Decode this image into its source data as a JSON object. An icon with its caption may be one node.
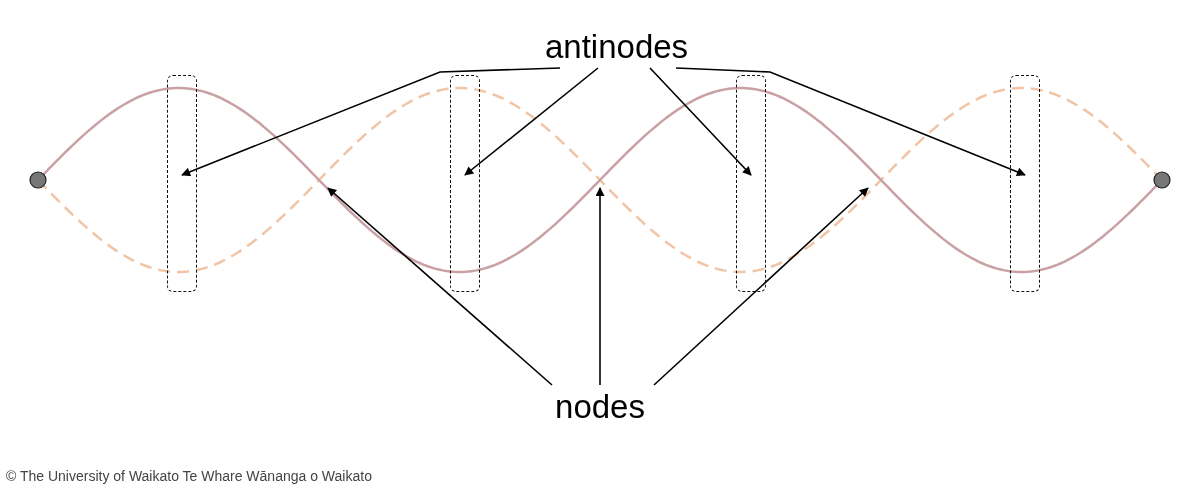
{
  "diagram": {
    "nodes": [
      {
        "text": [
          "antinodes"
        ]
      },
      {
        "text": [],
        "shape": "box"
      },
      {
        "text": [],
        "shape": "box"
      },
      {
        "text": [],
        "shape": "box"
      },
      {
        "text": [],
        "shape": "box"
      },
      {
        "text": [
          "nodes"
        ]
      }
    ],
    "edges": [
      {
        "from": 0,
        "to": 1,
        "arrow": "to"
      },
      {
        "from": 0,
        "to": 2,
        "arrow": "to"
      },
      {
        "from": 0,
        "to": 3,
        "arrow": "to"
      },
      {
        "from": 0,
        "to": 4,
        "arrow": "to"
      },
      {
        "from": 5,
        "to": null,
        "arrow": "to"
      },
      {
        "from": 5,
        "to": null,
        "arrow": "to"
      },
      {
        "from": 5,
        "to": null,
        "arrow": "to"
      }
    ],
    "labels": [
      "© The University of Waikato Te Whare Wānanga o Waikato"
    ]
  }
}
